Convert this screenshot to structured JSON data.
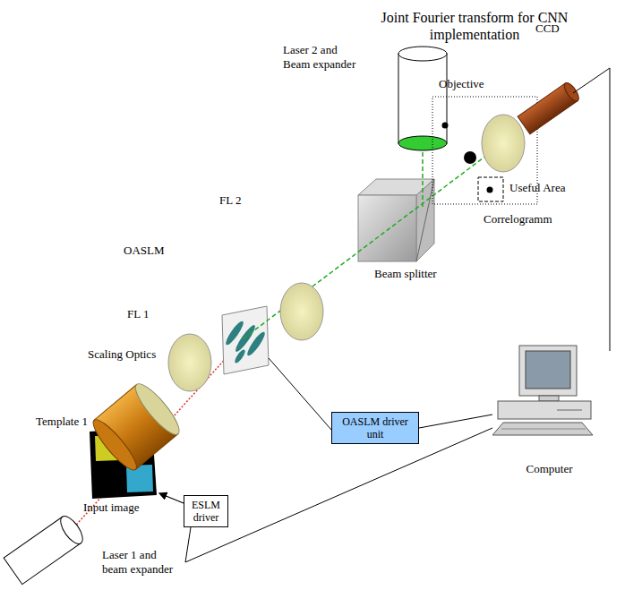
{
  "diagram": {
    "title": "Joint Fourier transform for CNN implementation",
    "nodes": [
      {
        "text": [
          "ESLM driver"
        ]
      },
      {
        "text": [
          "OASLM driver unit"
        ]
      },
      {
        "text": [
          "Computer"
        ]
      }
    ],
    "edges": [
      {
        "from": 0,
        "to": 2,
        "arrow": "none"
      },
      {
        "from": 1,
        "to": 2,
        "arrow": "none"
      }
    ],
    "labels": [
      "Laser 2 and Beam expander",
      "CCD",
      "Objective",
      "Useful Area",
      "Correlogramm",
      "Beam splitter",
      "FL 2",
      "OASLM",
      "FL 1",
      "Scaling Optics",
      "Template 1",
      "Input image",
      "Laser 1 and beam expander"
    ]
  }
}
